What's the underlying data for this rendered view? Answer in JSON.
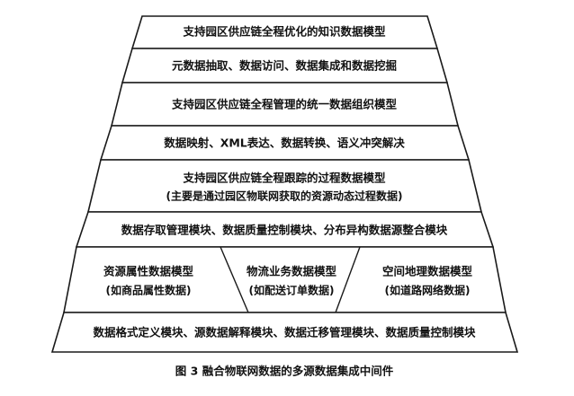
{
  "diagram": {
    "layers": [
      {
        "id": "layer1",
        "lines": [
          "支持园区供应链全程优化的知识数据模型"
        ]
      },
      {
        "id": "layer2",
        "lines": [
          "元数据抽取、数据访问、数据集成和数据挖掘"
        ]
      },
      {
        "id": "layer3",
        "lines": [
          "支持园区供应链全程管理的统一数据组织模型"
        ]
      },
      {
        "id": "layer4",
        "lines": [
          "数据映射、XML表达、数据转换、语义冲突解决"
        ]
      },
      {
        "id": "layer5",
        "lines": [
          "支持园区供应链全程跟踪的过程数据模型",
          "(主要是通过园区物联网获取的资源动态过程数据)"
        ]
      },
      {
        "id": "layer6",
        "lines": [
          "数据存取管理模块、数据质量控制模块、分布异构数据源整合模块"
        ]
      },
      {
        "id": "layer7",
        "cells": [
          {
            "lines": [
              "资源属性数据模型",
              "(如商品属性数据)"
            ]
          },
          {
            "lines": [
              "物流业务数据模型",
              "(如配送订单数据)"
            ]
          },
          {
            "lines": [
              "空间地理数据模型",
              "(如道路网络数据)"
            ]
          }
        ]
      },
      {
        "id": "layer8",
        "lines": [
          "数据格式定义模块、源数据解释模块、数据迁移管理模块、数据质量控制模块"
        ]
      }
    ],
    "caption": "图 3   融合物联网数据的多源数据集成中间件"
  }
}
